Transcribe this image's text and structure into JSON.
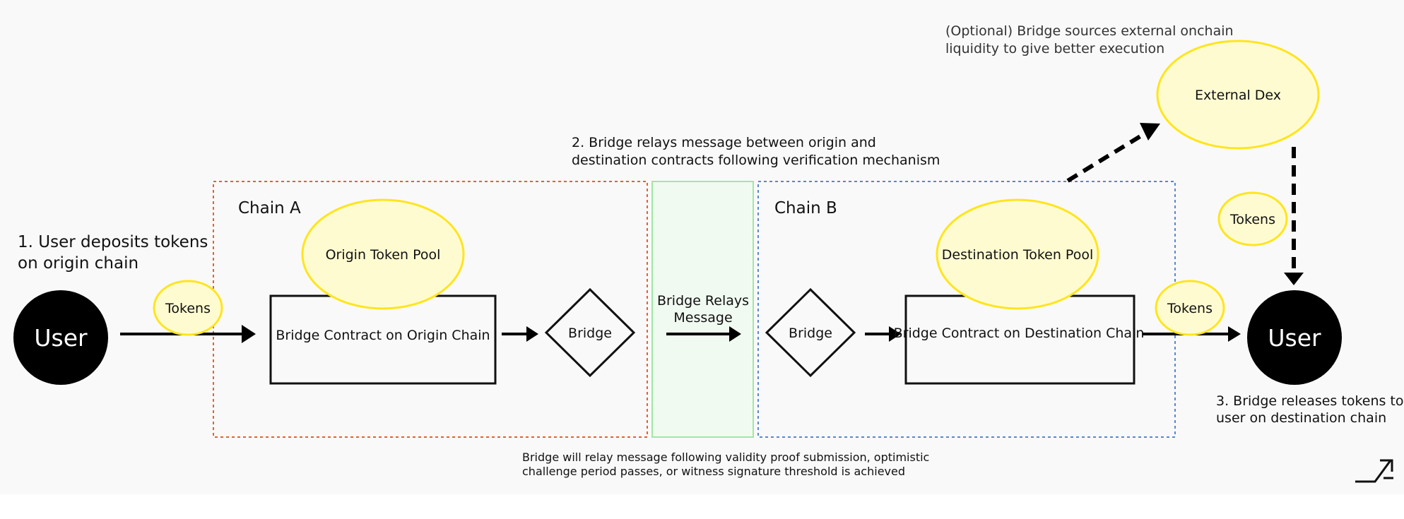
{
  "chains": {
    "a": {
      "title": "Chain A"
    },
    "b": {
      "title": "Chain B"
    }
  },
  "nodes": {
    "user_left": "User",
    "user_right": "User",
    "tokens_origin": "Tokens",
    "tokens_destination": "Tokens",
    "tokens_dex": "Tokens",
    "origin_pool": "Origin Token Pool",
    "destination_pool": "Destination Token Pool",
    "origin_contract": "Bridge Contract on Origin Chain",
    "destination_contract": "Bridge Contract on Destination Chain",
    "bridge_left": "Bridge",
    "bridge_right": "Bridge",
    "relay_line1": "Bridge Relays",
    "relay_line2": "Message",
    "external_dex": "External Dex"
  },
  "steps": {
    "step1_line1": "1. User deposits tokens",
    "step1_line2": "on origin chain",
    "step2_line1": "2. Bridge relays message between origin and",
    "step2_line2": "destination contracts following verification mechanism",
    "step3_line1": "3. Bridge releases tokens to",
    "step3_line2": "user on destination chain",
    "optional_line1": "(Optional) Bridge sources external onchain",
    "optional_line2": "liquidity to give better execution",
    "footnote_line1": "Bridge will relay message following validity proof submission, optimistic",
    "footnote_line2": "challenge period passes, or witness signature threshold is achieved"
  },
  "colors": {
    "chain_a_border": "#e4622c",
    "chain_b_border": "#5a86cf",
    "relay_zone_fill": "#f1faf1",
    "relay_zone_border": "#9fe7a6",
    "token_fill": "#fffbd1",
    "token_border": "#ffe51d",
    "user_fill": "#000000"
  },
  "icons": {
    "logo": "arrow-up-right-logo-icon"
  }
}
